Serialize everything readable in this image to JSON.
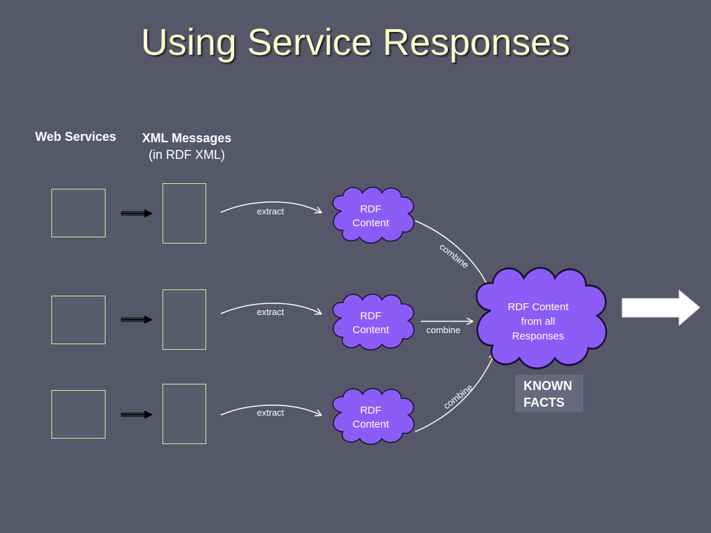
{
  "slide": {
    "title": "Using Service Responses"
  },
  "columns": {
    "web_services": "Web Services",
    "xml_messages": "XML Messages",
    "xml_messages_sub": "(in RDF XML)"
  },
  "edges": {
    "extract": "extract",
    "combine": "combine"
  },
  "clouds": {
    "rdf_line1": "RDF",
    "rdf_line2": "Content",
    "big_line1": "RDF Content",
    "big_line2": "from all",
    "big_line3": "Responses"
  },
  "result": {
    "line1": "KNOWN",
    "line2": "FACTS"
  },
  "colors": {
    "background": "#565869",
    "title": "#ffffcc",
    "cloud_fill": "#8b5cf6",
    "box_border": "#e8e2a0"
  }
}
